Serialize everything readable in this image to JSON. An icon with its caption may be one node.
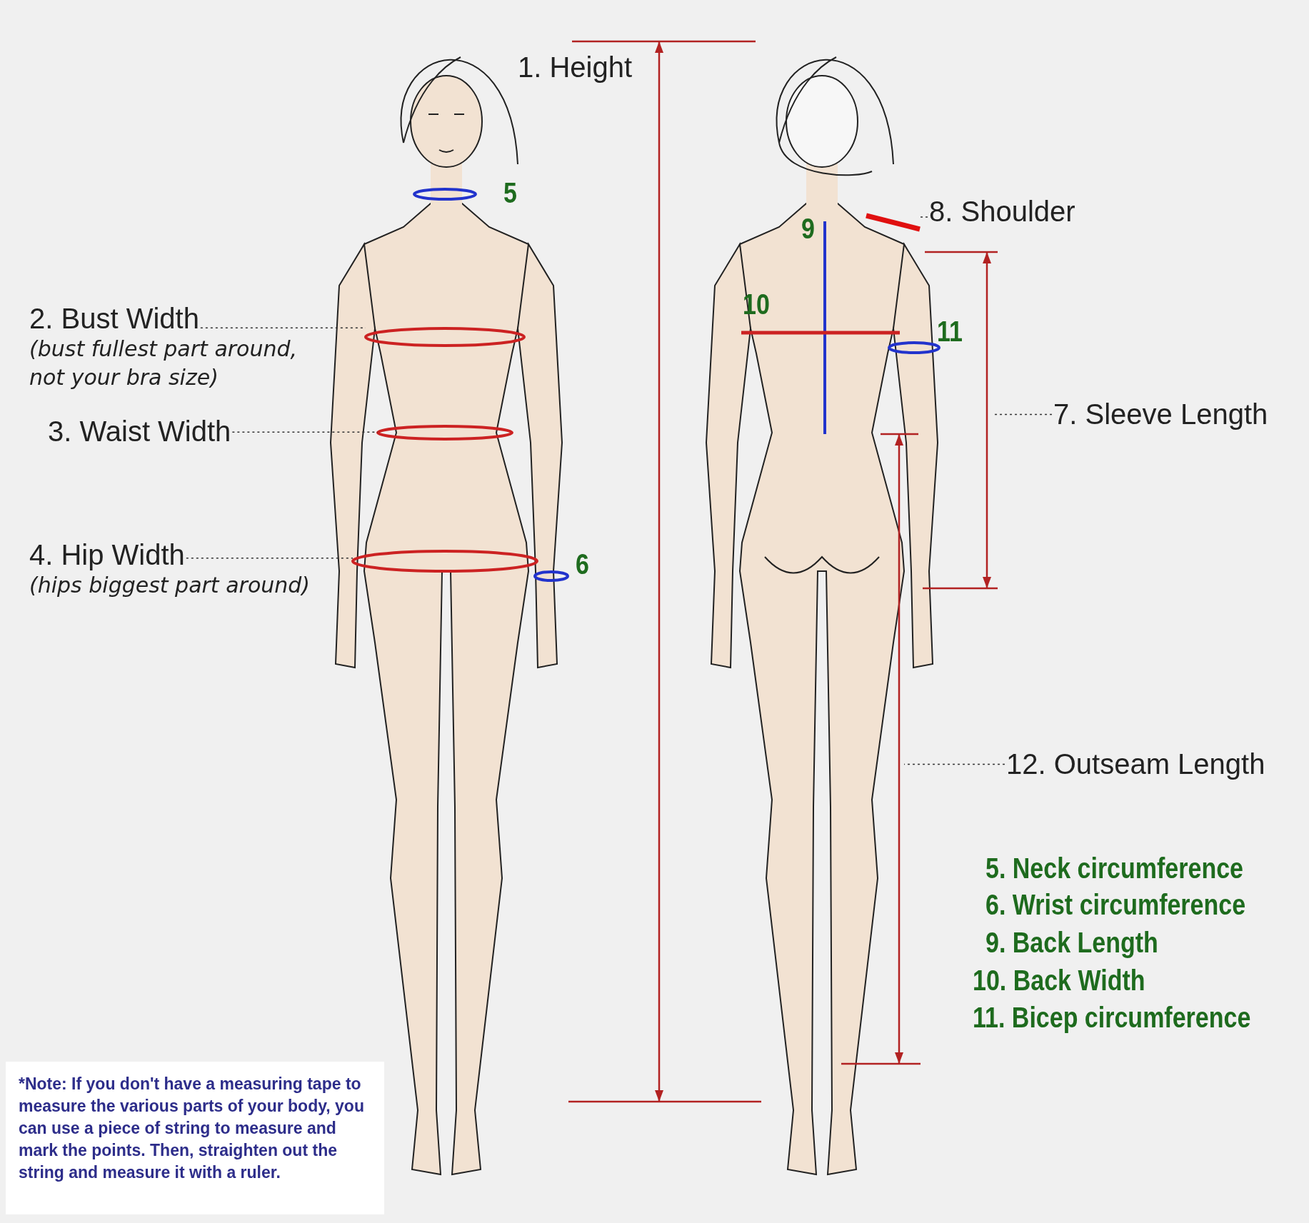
{
  "diagram": {
    "nodes": [
      {
        "text": [
          "2. Bust Width",
          "(bust fullest part around, not your bra size)"
        ]
      },
      {
        "text": [],
        "shape": "ellipse"
      },
      {
        "text": [
          "3. Waist Width"
        ]
      },
      {
        "text": [],
        "shape": "ellipse"
      },
      {
        "text": [
          "4. Hip Width",
          "(hips biggest part around)"
        ]
      },
      {
        "text": [],
        "shape": "ellipse"
      },
      {
        "text": [
          "8. Shoulder"
        ]
      },
      {
        "text": [],
        "shape": "bar"
      },
      {
        "text": [
          "7. Sleeve Length"
        ]
      },
      {
        "text": [
          "12. Outseam Length"
        ]
      }
    ],
    "edges": [
      {
        "from": 0,
        "to": 1,
        "arrow": "none",
        "style": "dashed"
      },
      {
        "from": 2,
        "to": 3,
        "arrow": "none",
        "style": "dashed"
      },
      {
        "from": 4,
        "to": 5,
        "arrow": "none",
        "style": "dashed"
      },
      {
        "from": 6,
        "to": 7,
        "arrow": "none",
        "style": "dashed"
      },
      {
        "from": 8,
        "to": null,
        "arrow": "none",
        "style": "dashed"
      },
      {
        "from": 9,
        "to": null,
        "arrow": "none",
        "style": "dashed"
      }
    ],
    "labels": [
      "1. Height",
      "5",
      "6",
      "9",
      "10",
      "11",
      "5. Neck circumference",
      "6. Wrist circumference",
      "9. Back Length",
      "10. Back Width",
      "11. Bicep circumference",
      "*Note: If you don't have a measuring tape to measure the various parts of your body, you can use a piece of string to measure and mark the points. Then, straighten out the string and measure it with a ruler."
    ]
  }
}
